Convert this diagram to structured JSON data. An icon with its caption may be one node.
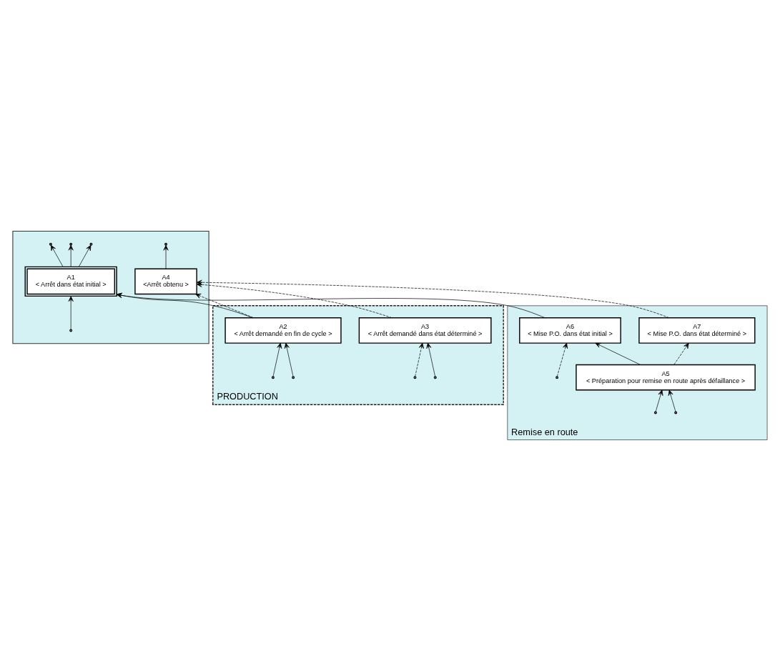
{
  "diagram": {
    "nodes": [
      {
        "text": [
          "Remise en route"
        ]
      },
      {
        "text": [
          "A6",
          "< Mise P.O. dans état initial >"
        ],
        "in": 0
      },
      {
        "text": [
          "A7",
          "< Mise P.O. dans état déterminé >"
        ],
        "in": 0
      },
      {
        "text": [
          "A5",
          "< Préparation pour remise en route après défaillance >"
        ],
        "in": 0
      },
      {
        "text": [],
        "shape": "box"
      },
      {
        "text": [
          "A1",
          "< Arrêt dans état initial >"
        ],
        "in": 4
      },
      {
        "text": [
          "A4",
          "<Arrêt obtenu >"
        ],
        "in": 4
      },
      {
        "text": [
          "PRODUCTION"
        ]
      },
      {
        "text": [
          "A2",
          "< Arrêt demandé en fin de cycle >"
        ],
        "in": 7
      },
      {
        "text": [
          "A3",
          "< Arrêt demandé dans état déterminé >"
        ],
        "in": 7
      }
    ],
    "edges": [
      {
        "from": null,
        "to": 1,
        "arrow": "to",
        "style": "dashed"
      },
      {
        "from": 1,
        "to": 5,
        "arrow": "to"
      },
      {
        "from": 3,
        "to": 1,
        "arrow": "to"
      },
      {
        "from": 3,
        "to": 2,
        "arrow": "to",
        "style": "dashed"
      },
      {
        "from": 2,
        "to": 6,
        "arrow": "to",
        "style": "dashed"
      },
      {
        "from": 8,
        "to": 5,
        "arrow": "to"
      },
      {
        "from": 8,
        "to": 6,
        "arrow": "to",
        "style": "dashed"
      },
      {
        "from": 9,
        "to": 6,
        "arrow": "to",
        "style": "dashed"
      },
      {
        "from": null,
        "to": 5,
        "arrow": "to"
      },
      {
        "from": 5,
        "to": null,
        "arrow": "to"
      },
      {
        "from": 5,
        "to": null,
        "arrow": "to"
      },
      {
        "from": 5,
        "to": null,
        "arrow": "to"
      },
      {
        "from": 6,
        "to": null,
        "arrow": "to"
      },
      {
        "from": null,
        "to": 9,
        "arrow": "to"
      },
      {
        "from": null,
        "to": 8,
        "arrow": "to"
      },
      {
        "from": null,
        "to": 9,
        "arrow": "to",
        "style": "dashed"
      },
      {
        "from": null,
        "to": 8,
        "arrow": "to"
      },
      {
        "from": null,
        "to": 3,
        "arrow": "to"
      },
      {
        "from": null,
        "to": 3,
        "arrow": "to"
      }
    ]
  }
}
